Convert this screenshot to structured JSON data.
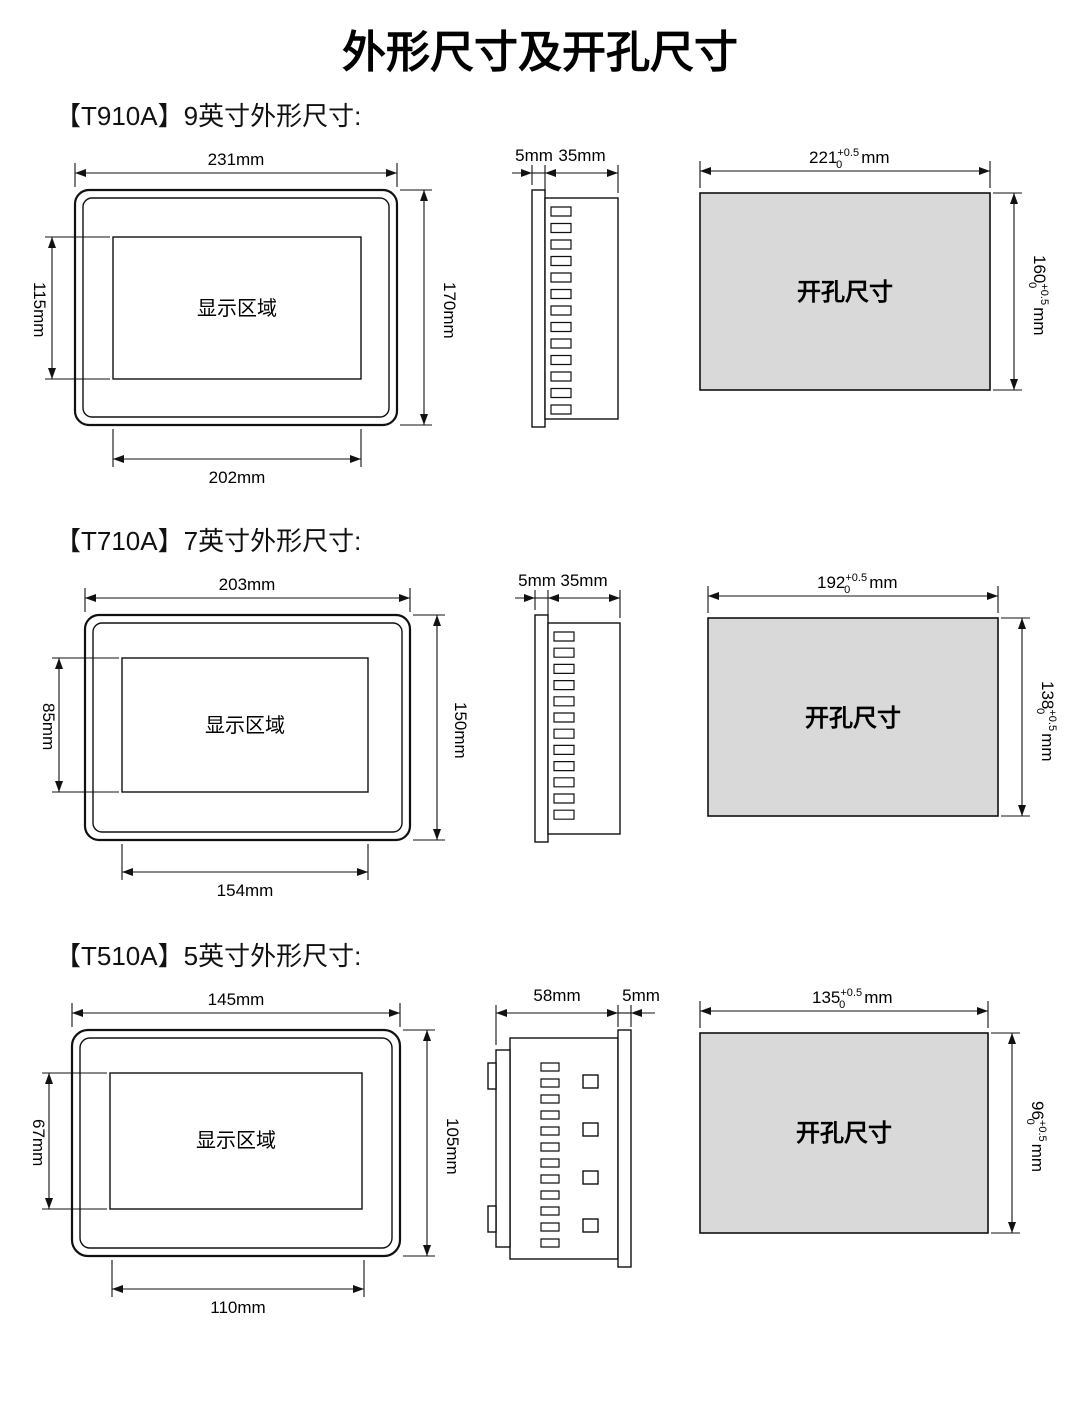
{
  "page": {
    "title": "外形尺寸及开孔尺寸"
  },
  "sections": [
    {
      "heading": "【T910A】9英寸外形尺寸:",
      "front": {
        "top_width": "231mm",
        "height": "170mm",
        "display_area": "显示区域",
        "display_height": "115mm",
        "bottom_width": "202mm"
      },
      "side": {
        "dim_left": "5mm",
        "dim_right": "35mm"
      },
      "cutout": {
        "label": "开孔尺寸",
        "width_value": "221",
        "width_tol_upper": "+0.5",
        "width_tol_lower": "0",
        "width_unit": "mm",
        "height_value": "160",
        "height_tol_upper": "+0.5",
        "height_tol_lower": "0",
        "height_unit": "mm"
      }
    },
    {
      "heading": "【T710A】7英寸外形尺寸:",
      "front": {
        "top_width": "203mm",
        "height": "150mm",
        "display_area": "显示区域",
        "display_height": "85mm",
        "bottom_width": "154mm"
      },
      "side": {
        "dim_left": "5mm",
        "dim_right": "35mm"
      },
      "cutout": {
        "label": "开孔尺寸",
        "width_value": "192",
        "width_tol_upper": "+0.5",
        "width_tol_lower": "0",
        "width_unit": "mm",
        "height_value": "138",
        "height_tol_upper": "+0.5",
        "height_tol_lower": "0",
        "height_unit": "mm"
      }
    },
    {
      "heading": "【T510A】5英寸外形尺寸:",
      "front": {
        "top_width": "145mm",
        "height": "105mm",
        "display_area": "显示区域",
        "display_height": "67mm",
        "bottom_width": "110mm"
      },
      "side": {
        "dim_left": "58mm",
        "dim_right": "5mm"
      },
      "cutout": {
        "label": "开孔尺寸",
        "width_value": "135",
        "width_tol_upper": "+0.5",
        "width_tol_lower": "0",
        "width_unit": "mm",
        "height_value": "96",
        "height_tol_upper": "+0.5",
        "height_tol_lower": "0",
        "height_unit": "mm"
      }
    }
  ]
}
